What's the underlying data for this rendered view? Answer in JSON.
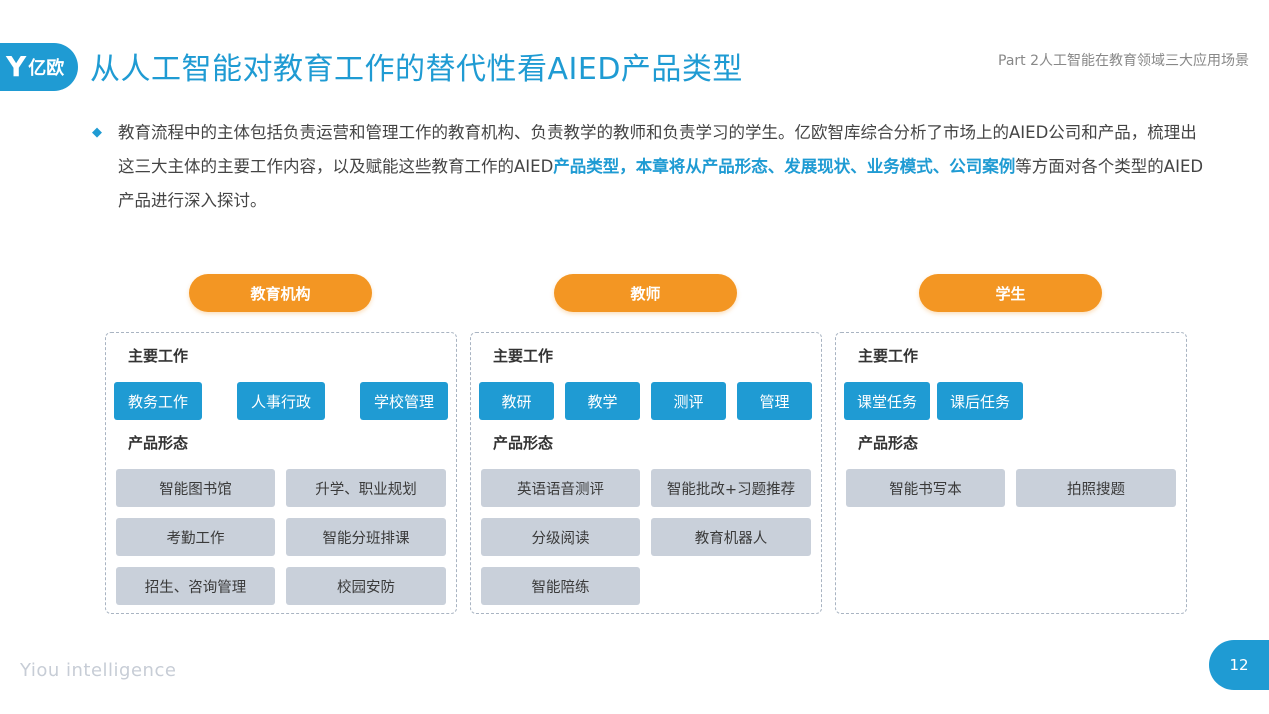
{
  "header": {
    "logo_text": "亿欧",
    "title": "从人工智能对教育工作的替代性看AIED产品类型",
    "part": "Part 2人工智能在教育领域三大应用场景"
  },
  "intro": {
    "text_1": "教育流程中的主体包括负责运营和管理工作的教育机构、负责教学的教师和负责学习的学生。亿欧智库综合分析了市场上的AIED公司和产品，梳理出这三大主体的主要工作内容，以及赋能这些教育工作的AIED",
    "highlight": "产品类型，本章将从产品形态、发展现状、业务模式、公司案例",
    "text_2": "等方面对各个类型的AIED产品进行深入探讨。"
  },
  "columns": [
    {
      "header": "教育机构",
      "work_label": "主要工作",
      "product_label": "产品形态",
      "tasks": [
        "教务工作",
        "人事行政",
        "学校管理"
      ],
      "products": [
        "智能图书馆",
        "升学、职业规划",
        "考勤工作",
        "智能分班排课",
        "招生、咨询管理",
        "校园安防"
      ]
    },
    {
      "header": "教师",
      "work_label": "主要工作",
      "product_label": "产品形态",
      "tasks": [
        "教研",
        "教学",
        "测评",
        "管理"
      ],
      "products": [
        "英语语音测评",
        "智能批改+习题推荐",
        "分级阅读",
        "教育机器人",
        "智能陪练"
      ]
    },
    {
      "header": "学生",
      "work_label": "主要工作",
      "product_label": "产品形态",
      "tasks": [
        "课堂任务",
        "课后任务"
      ],
      "products": [
        "智能书写本",
        "拍照搜题"
      ]
    }
  ],
  "footer": {
    "brand": "Yiou intelligence",
    "page": "12"
  },
  "colors": {
    "accent_blue": "#1f9bd3",
    "accent_orange": "#f39623",
    "product_gray": "#c9d0da"
  }
}
